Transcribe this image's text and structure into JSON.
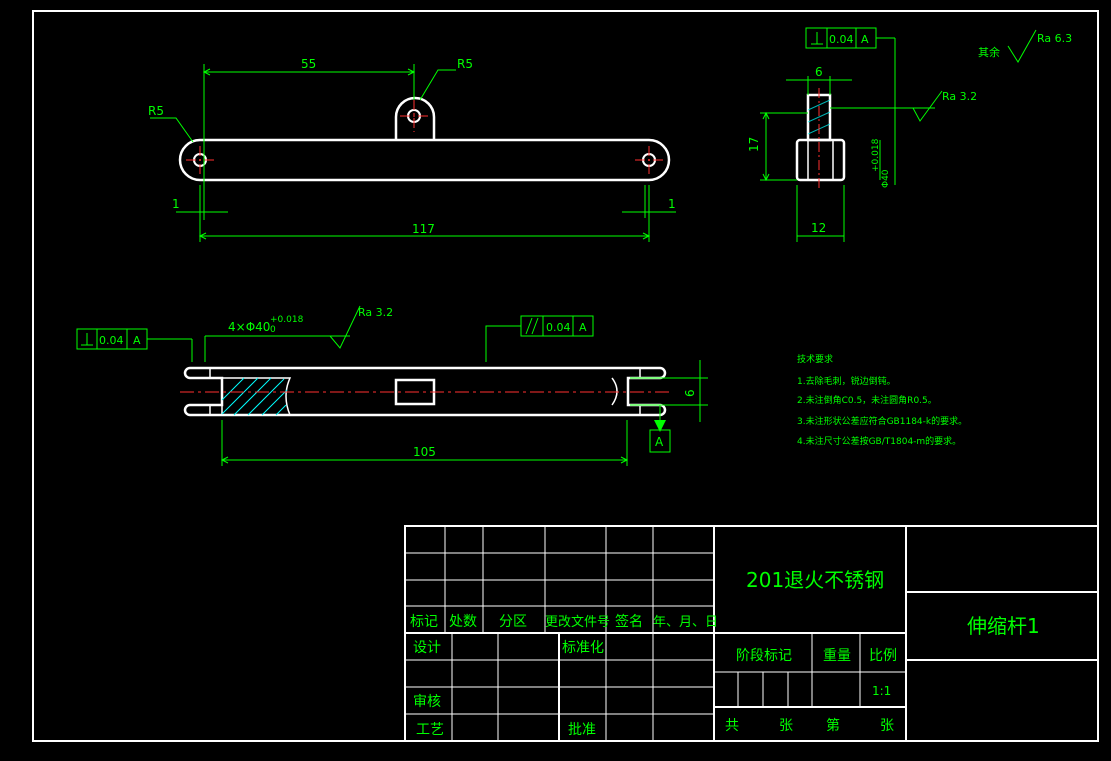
{
  "drawing": {
    "front_view": {
      "dim_55": "55",
      "radius_left": "R5",
      "radius_top": "R5",
      "dim_117": "117",
      "dim_1_left": "1",
      "dim_1_right": "1"
    },
    "side_view": {
      "tol_value": "0.04",
      "tol_datum": "A",
      "dim_6": "6",
      "dim_17": "17",
      "dim_12": "12",
      "bore": "Φ40",
      "bore_tol": "+0.018",
      "roughness": "Ra 3.2"
    },
    "bottom_view": {
      "tol_value": "0.04",
      "tol_datum": "A",
      "parallel_value": "0.04",
      "parallel_datum": "A",
      "holes": "4×Φ40",
      "holes_tol": "+0.018",
      "holes_tol_low": "0",
      "roughness": "Ra 3.2",
      "dim_105": "105",
      "dim_6": "6",
      "datum": "A"
    },
    "surface_rest": {
      "label": "其余",
      "value": "Ra 6.3"
    },
    "tech_notes": {
      "title": "技术要求",
      "items": [
        "1.去除毛刺，锐边倒钝。",
        "2.未注倒角C0.5，未注圆角R0.5。",
        "3.未注形状公差应符合GB1184-k的要求。",
        "4.未注尺寸公差按GB/T1804-m的要求。"
      ]
    }
  },
  "title_block": {
    "header": {
      "mark": "标记",
      "count": "处数",
      "zone": "分区",
      "doc_no": "更改文件号",
      "sign": "签名",
      "date": "年、月、日"
    },
    "design": "设计",
    "standard": "标准化",
    "review": "审核",
    "process": "工艺",
    "approve": "批准",
    "material": "201退火不锈钢",
    "part_name": "伸缩杆1",
    "stage": "阶段标记",
    "weight": "重量",
    "scale_label": "比例",
    "scale_value": "1:1",
    "total": "共",
    "sheets": "张",
    "no": "第",
    "sheet": "张"
  },
  "colors": {
    "background": "#000000",
    "outline": "#ffffff",
    "dimension": "#00ff00",
    "centerline": "#ff0000",
    "hatch": "#00ffff"
  }
}
